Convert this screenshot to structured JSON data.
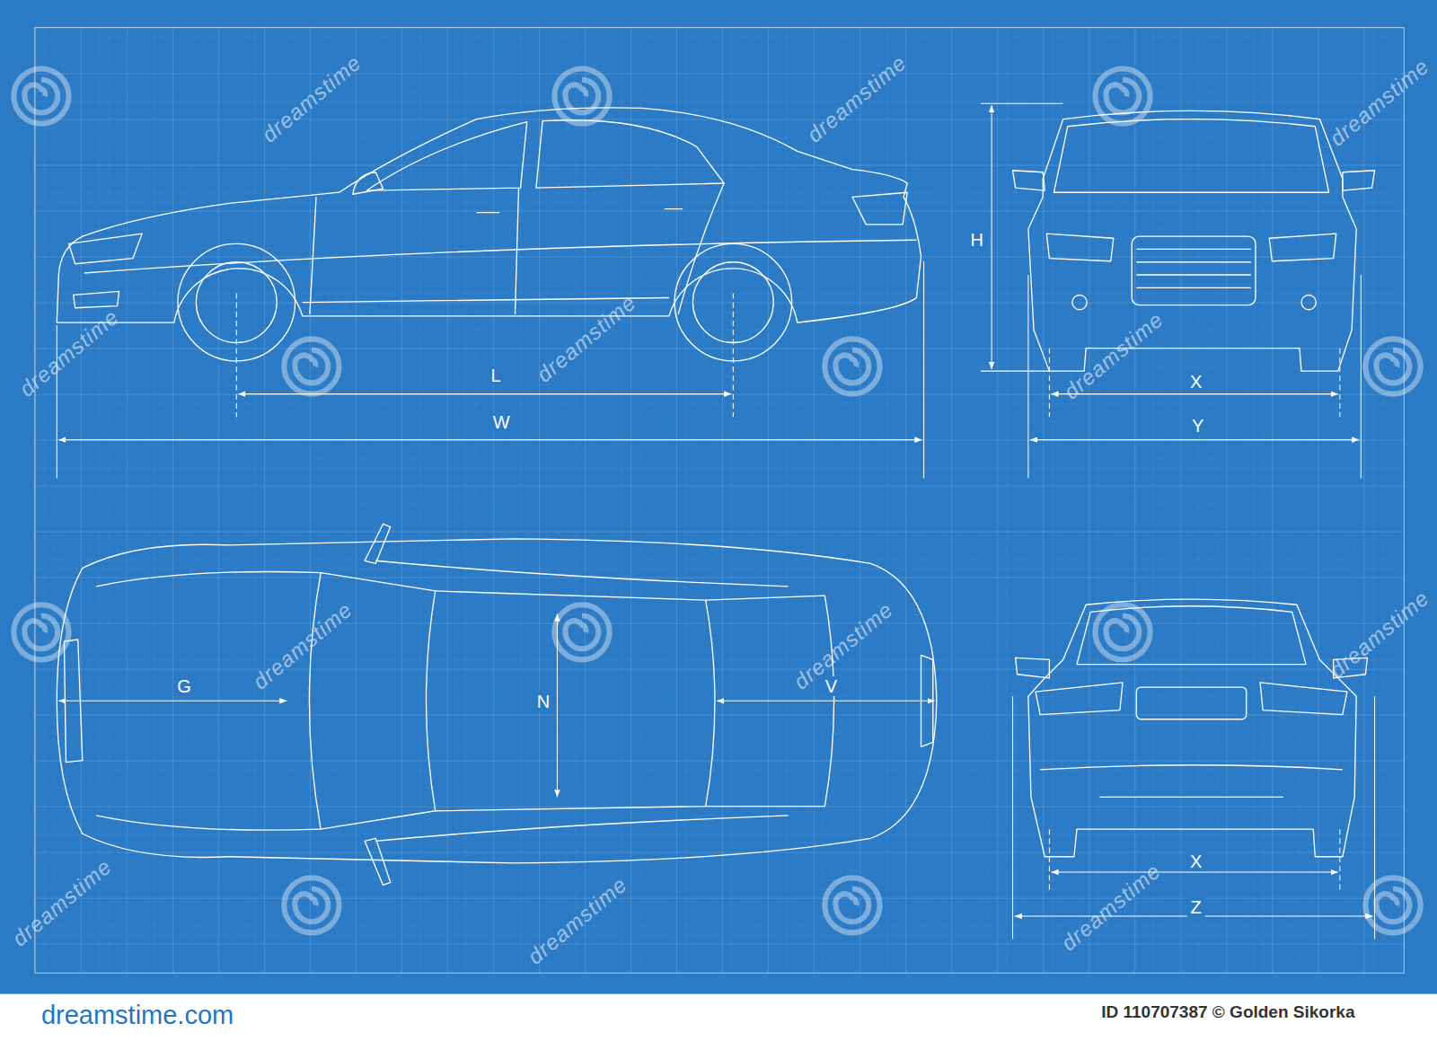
{
  "diagram": {
    "labels": [
      "L",
      "W",
      "H",
      "X",
      "Y",
      "G",
      "N",
      "V",
      "X",
      "Z",
      "dreamstime",
      "dreamstime",
      "dreamstime",
      "dreamstime",
      "dreamstime",
      "dreamstime",
      "dreamstime",
      "dreamstime",
      "dreamstime",
      "dreamstime",
      "dreamstime",
      "dreamstime",
      "dreamstime.com",
      "ID 110707387 © Golden Sikorka"
    ]
  }
}
